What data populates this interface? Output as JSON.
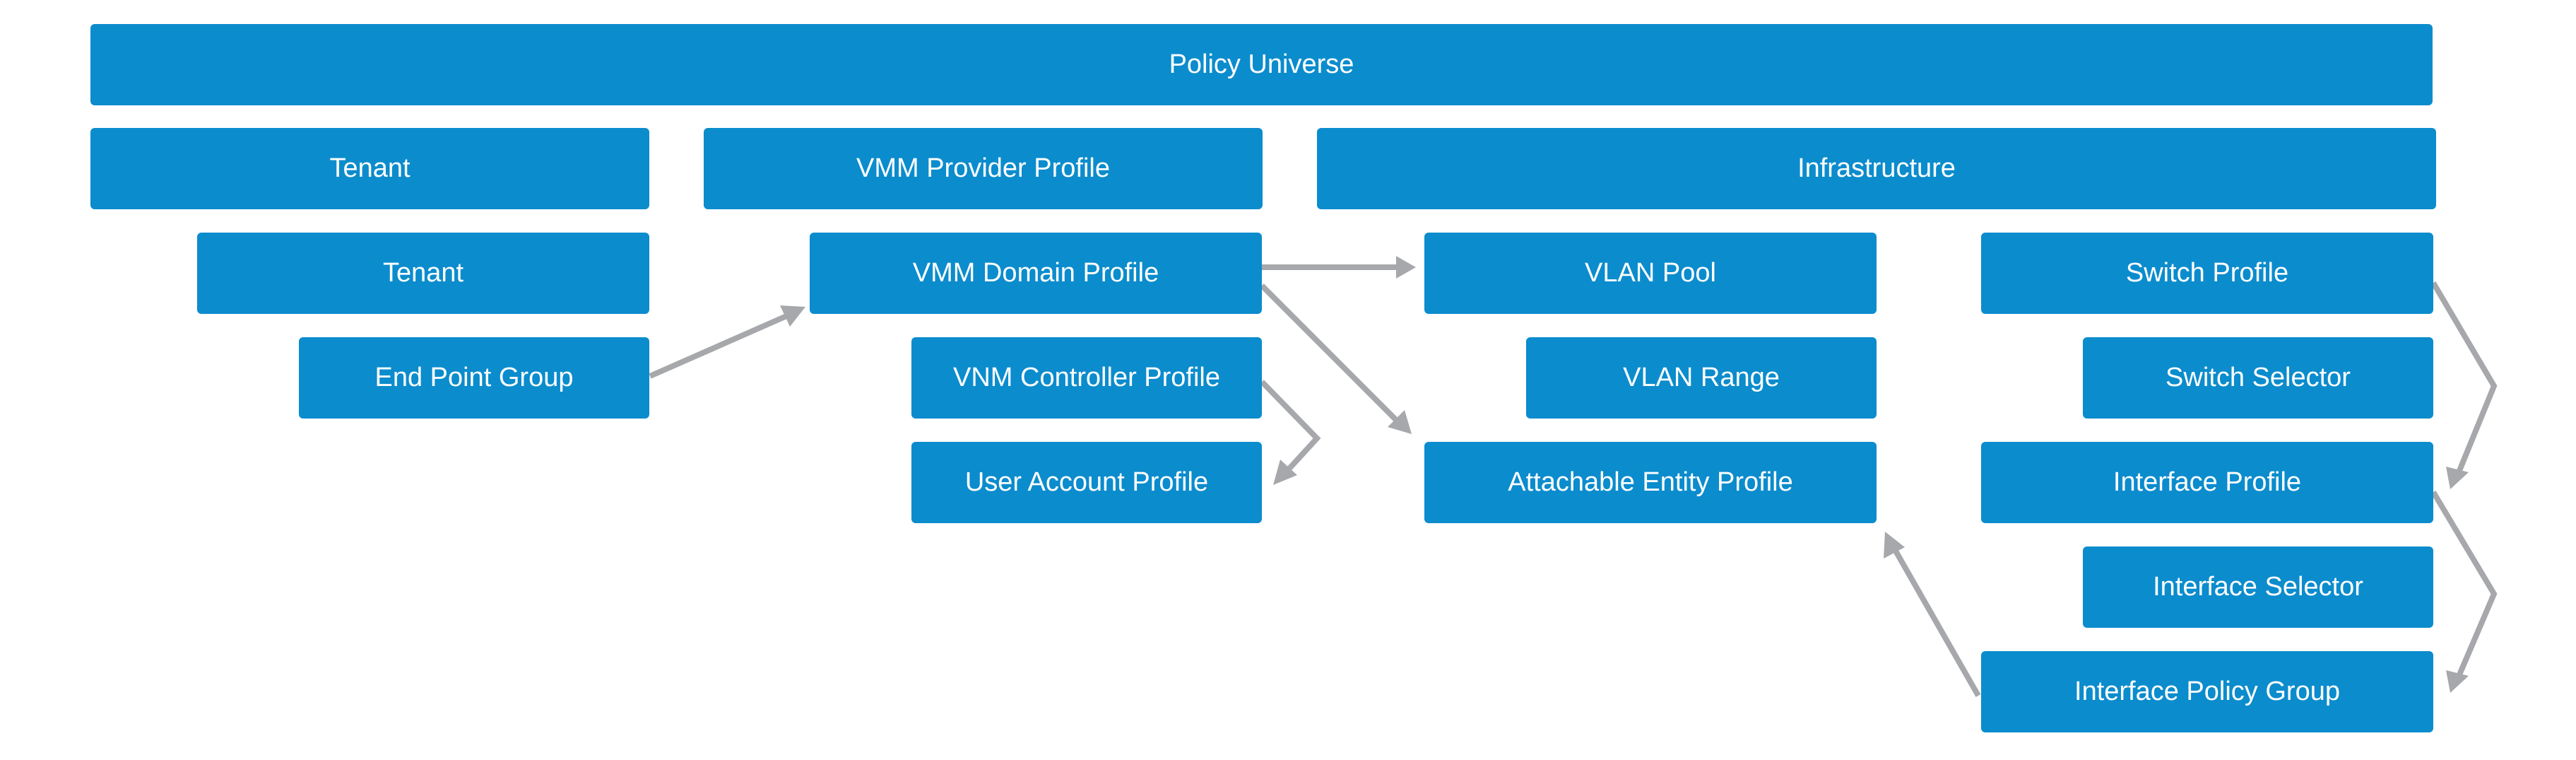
{
  "diagram": {
    "colors": {
      "box_fill": "#0b8ccd",
      "box_text": "#ffffff",
      "arrow": "#a6a8ab"
    },
    "nodes": {
      "policy_universe": "Policy Universe",
      "tenant_group": "Tenant",
      "vmm_provider_profile": "VMM Provider Profile",
      "infrastructure": "Infrastructure",
      "tenant": "Tenant",
      "vmm_domain_profile": "VMM Domain Profile",
      "vlan_pool": "VLAN Pool",
      "switch_profile": "Switch Profile",
      "end_point_group": "End Point Group",
      "vnm_controller_profile": "VNM Controller Profile",
      "vlan_range": "VLAN Range",
      "switch_selector": "Switch Selector",
      "user_account_profile": "User Account Profile",
      "attachable_entity_profile": "Attachable Entity Profile",
      "interface_profile": "Interface Profile",
      "interface_selector": "Interface Selector",
      "interface_policy_group": "Interface Policy Group"
    },
    "edges": [
      {
        "from": "end_point_group",
        "to": "vmm_domain_profile"
      },
      {
        "from": "vmm_domain_profile",
        "to": "vlan_pool"
      },
      {
        "from": "vmm_domain_profile",
        "to": "attachable_entity_profile"
      },
      {
        "from": "vnm_controller_profile",
        "to": "user_account_profile"
      },
      {
        "from": "switch_profile",
        "to": "interface_profile"
      },
      {
        "from": "interface_profile",
        "to": "interface_policy_group"
      },
      {
        "from": "interface_policy_group",
        "to": "attachable_entity_profile"
      }
    ]
  }
}
